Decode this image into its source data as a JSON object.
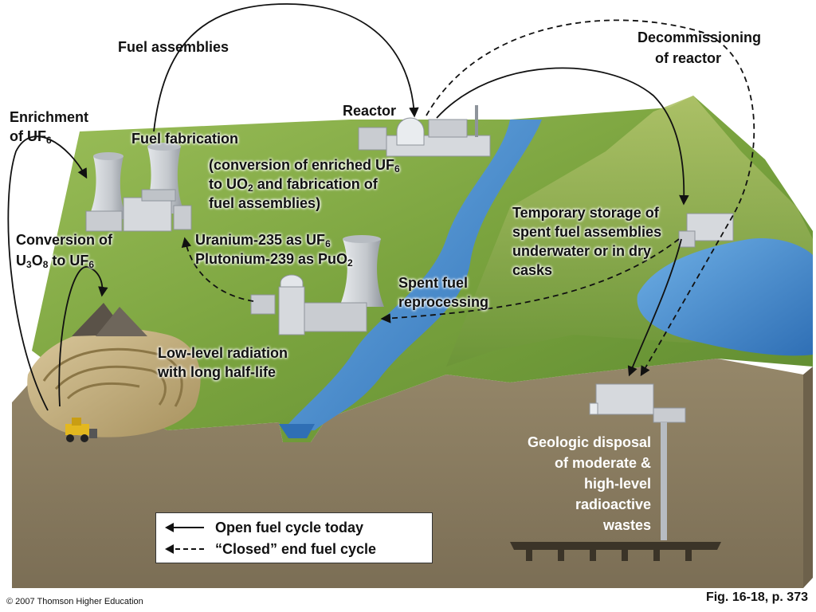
{
  "labels": {
    "fuel_assemblies": "Fuel assemblies",
    "reactor": "Reactor",
    "decommissioning_1": "Decommissioning",
    "decommissioning_2": "of reactor",
    "enrichment_1": "Enrichment",
    "enrichment_2_prefix": "of UF",
    "enrichment_2_sub": "6",
    "fuel_fabrication": "Fuel fabrication",
    "conversion_enriched_1_prefix": "(conversion of enriched UF",
    "conversion_enriched_1_sub": "6",
    "conversion_enriched_2_prefix": "to UO",
    "conversion_enriched_2_sub": "2",
    "conversion_enriched_2_suffix": " and fabrication of",
    "conversion_enriched_3": "fuel assemblies)",
    "temp_storage_1": "Temporary storage of",
    "temp_storage_2": "spent fuel assemblies",
    "temp_storage_3": "underwater or in dry",
    "temp_storage_4": "casks",
    "conversion_1": "Conversion of",
    "conversion_2_u": "U",
    "conversion_2_sub1": "3",
    "conversion_2_o": "O",
    "conversion_2_sub2": "8",
    "conversion_2_mid": " to UF",
    "conversion_2_sub3": "6",
    "uranium_prefix": "Uranium-235 as UF",
    "uranium_sub": "6",
    "plutonium_prefix": "Plutonium-239 as PuO",
    "plutonium_sub": "2",
    "spent_fuel_1": "Spent fuel",
    "spent_fuel_2": "reprocessing",
    "low_level_1": "Low-level radiation",
    "low_level_2": "with long half-life",
    "geologic_1": "Geologic disposal",
    "geologic_2": "of moderate &",
    "geologic_3": "high-level",
    "geologic_4": "radioactive",
    "geologic_5": "wastes"
  },
  "legend": {
    "open_cycle": "Open fuel cycle today",
    "closed_cycle": "“Closed” end fuel cycle"
  },
  "footer": {
    "copyright": "© 2007 Thomson Higher Education",
    "figure_ref": "Fig. 16-18, p. 373"
  },
  "colors": {
    "grass": "#7aa33e",
    "soil": "#8a7c62",
    "water": "#3f86c8",
    "building": "#c9ccd1",
    "arrow": "#111111"
  },
  "icons": [
    "cooling-tower-icon",
    "reactor-dome-icon",
    "bulldozer-icon",
    "ore-pile-icon"
  ]
}
